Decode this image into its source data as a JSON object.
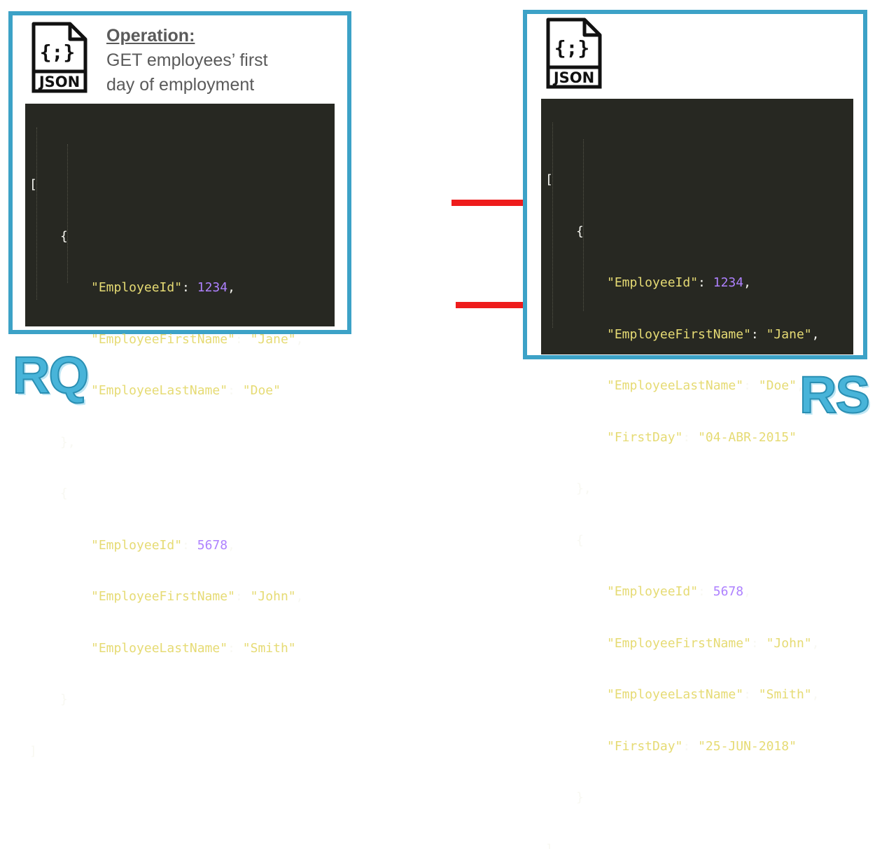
{
  "icon": {
    "name": "json-file-icon",
    "caption": "JSON"
  },
  "request": {
    "operation_title": "Operation:",
    "operation_lines": [
      "GET employees’ first",
      "day of employment"
    ],
    "label": "RQ",
    "employees": [
      {
        "id_key": "\"EmployeeId\"",
        "id_value": "1234",
        "first_key": "\"EmployeeFirstName\"",
        "first_value": "\"Jane\"",
        "last_key": "\"EmployeeLastName\"",
        "last_value": "\"Doe\""
      },
      {
        "id_key": "\"EmployeeId\"",
        "id_value": "5678",
        "first_key": "\"EmployeeFirstName\"",
        "first_value": "\"John\"",
        "last_key": "\"EmployeeLastName\"",
        "last_value": "\"Smith\""
      }
    ]
  },
  "response": {
    "label": "RS",
    "employees": [
      {
        "id_key": "\"EmployeeId\"",
        "id_value": "1234",
        "first_key": "\"EmployeeFirstName\"",
        "first_value": "\"Jane\"",
        "last_key": "\"EmployeeLastName\"",
        "last_value": "\"Doe\"",
        "day_key": "\"FirstDay\"",
        "day_value": "\"04-ABR-2015\""
      },
      {
        "id_key": "\"EmployeeId\"",
        "id_value": "5678",
        "first_key": "\"EmployeeFirstName\"",
        "first_value": "\"John\"",
        "last_key": "\"EmployeeLastName\"",
        "last_value": "\"Smith\"",
        "day_key": "\"FirstDay\"",
        "day_value": "\"25-JUN-2018\""
      }
    ]
  },
  "colors": {
    "border": "#3ca2c7",
    "arrow": "#ee1c1c",
    "code_bg": "#272822",
    "key": "#e6db74",
    "number": "#ae81ff",
    "label": "#48b4d9"
  }
}
